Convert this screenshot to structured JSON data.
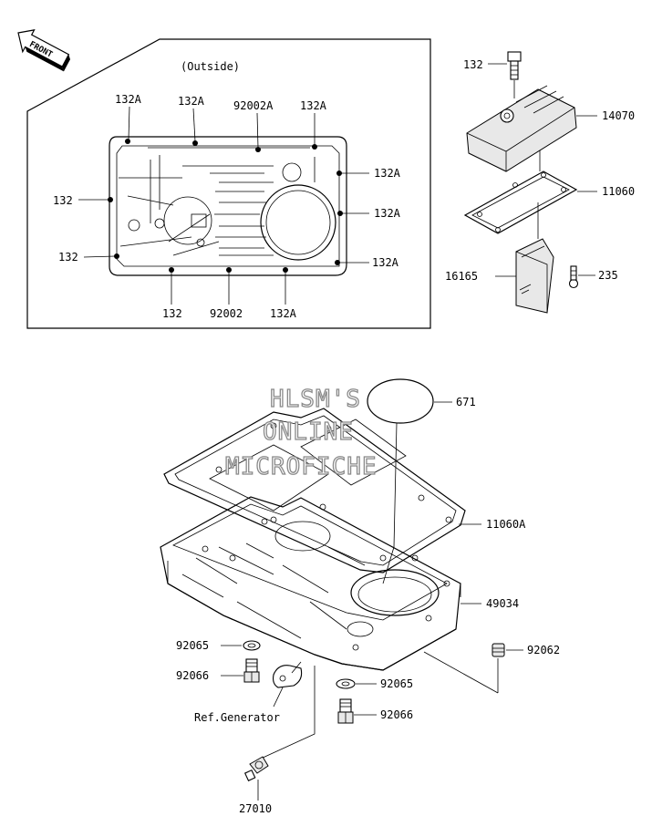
{
  "front_tag": "FRONT",
  "inset_title": "(Outside)",
  "inset_labels": {
    "top1": "132A",
    "top2": "132A",
    "top3": "92002A",
    "top4": "132A",
    "right1": "132A",
    "right2": "132A",
    "right3": "132A",
    "left1": "132",
    "left2": "132",
    "bottom1": "132",
    "bottom2": "92002",
    "bottom3": "132A"
  },
  "part_labels": {
    "bolt_top": "132",
    "cover": "14070",
    "gasket_small": "11060",
    "plate": "16165",
    "screw": "235",
    "oring": "671",
    "gasket_large": "11060A",
    "oil_pan": "49034",
    "washer_left": "92065",
    "plug_left": "92066",
    "ref": "Ref.Generator",
    "washer_right": "92065",
    "plug_right": "92066",
    "cap": "92062",
    "switch": "27010"
  },
  "watermark": [
    "HLSM'S",
    "ONLINE",
    "MICROFICHE"
  ]
}
